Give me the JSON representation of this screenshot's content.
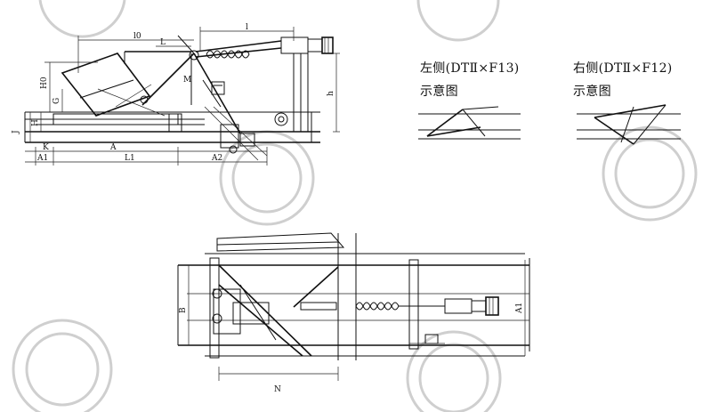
{
  "captions": {
    "left_side_line1": "左侧(DTⅡ×F13)",
    "left_side_line2": "示意图",
    "right_side_line1": "右侧(DTⅡ×F12)",
    "right_side_line2": "示意图"
  },
  "side_view_labels": {
    "l": "l",
    "l0": "l0",
    "L": "L",
    "H0": "H0",
    "G": "G",
    "M": "M",
    "h": "h",
    "J": "J",
    "H": "H",
    "K": "K",
    "A1": "A1",
    "A": "A",
    "L1": "L1",
    "A2": "A2"
  },
  "plan_view_labels": {
    "B": "B",
    "A1": "A1",
    "N": "N"
  }
}
